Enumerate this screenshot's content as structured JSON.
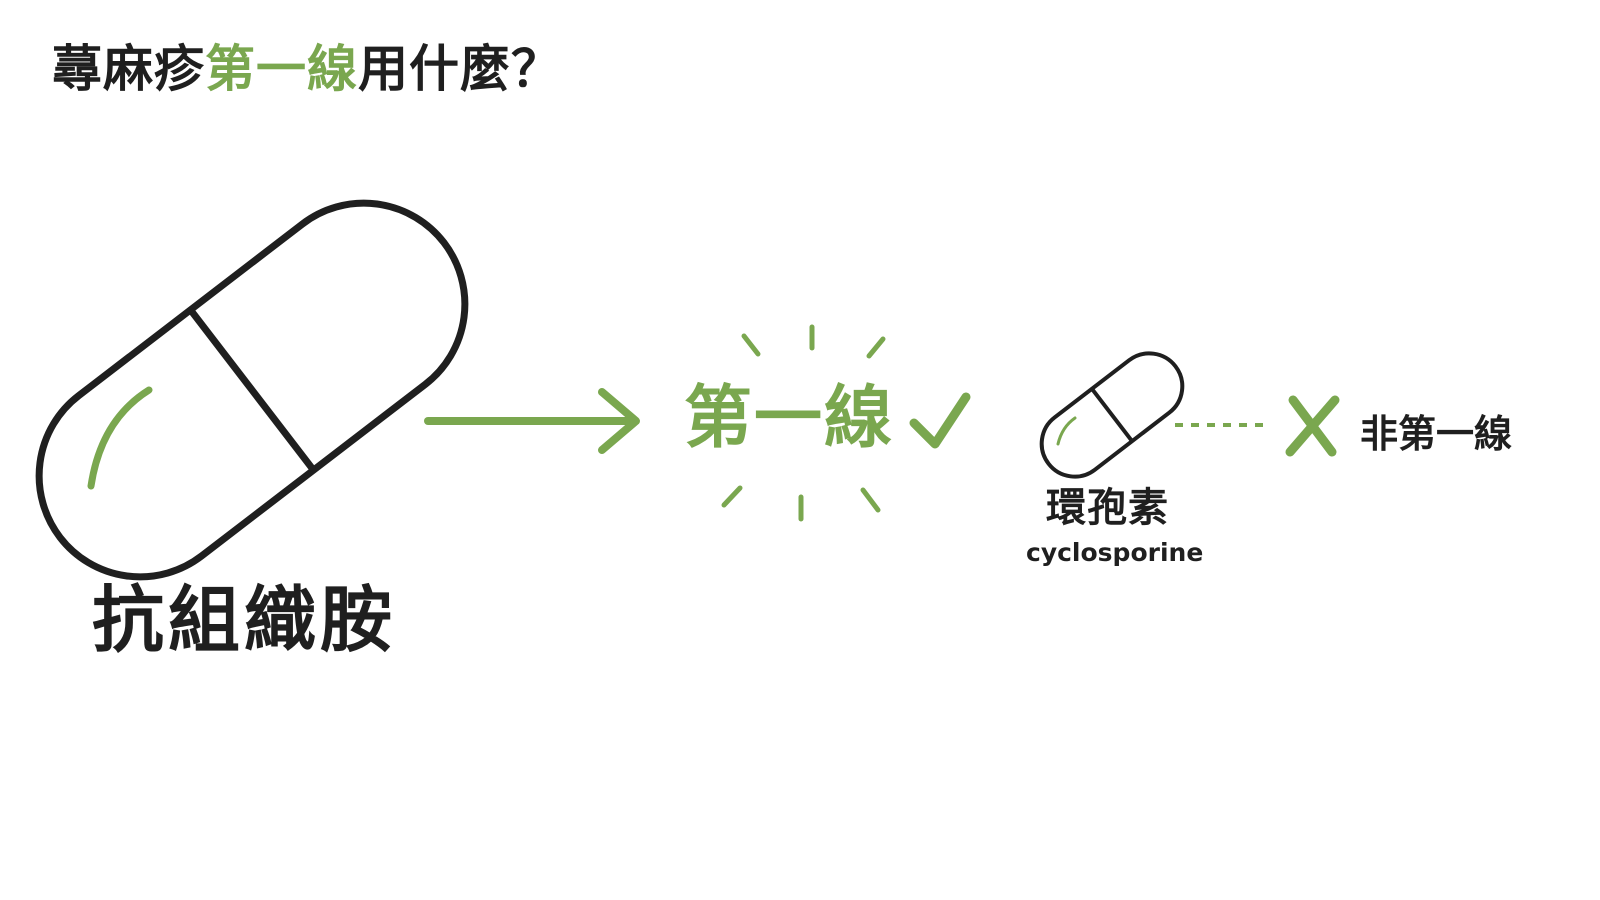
{
  "title": {
    "prefix": "蕁麻疹",
    "highlight": "第一線",
    "suffix": "用什麼？"
  },
  "antihistamine": {
    "label": "抗組織胺"
  },
  "first_line": {
    "label": "第一線",
    "mark_icon": "checkmark-icon"
  },
  "cyclosporine": {
    "label_zh": "環孢素",
    "label_en": "cyclosporine"
  },
  "not_first_line": {
    "label": "非第一線",
    "mark_icon": "cross-icon"
  },
  "colors": {
    "accent": "#7aa74f",
    "ink": "#1f1f1f",
    "background": "#ffffff"
  }
}
